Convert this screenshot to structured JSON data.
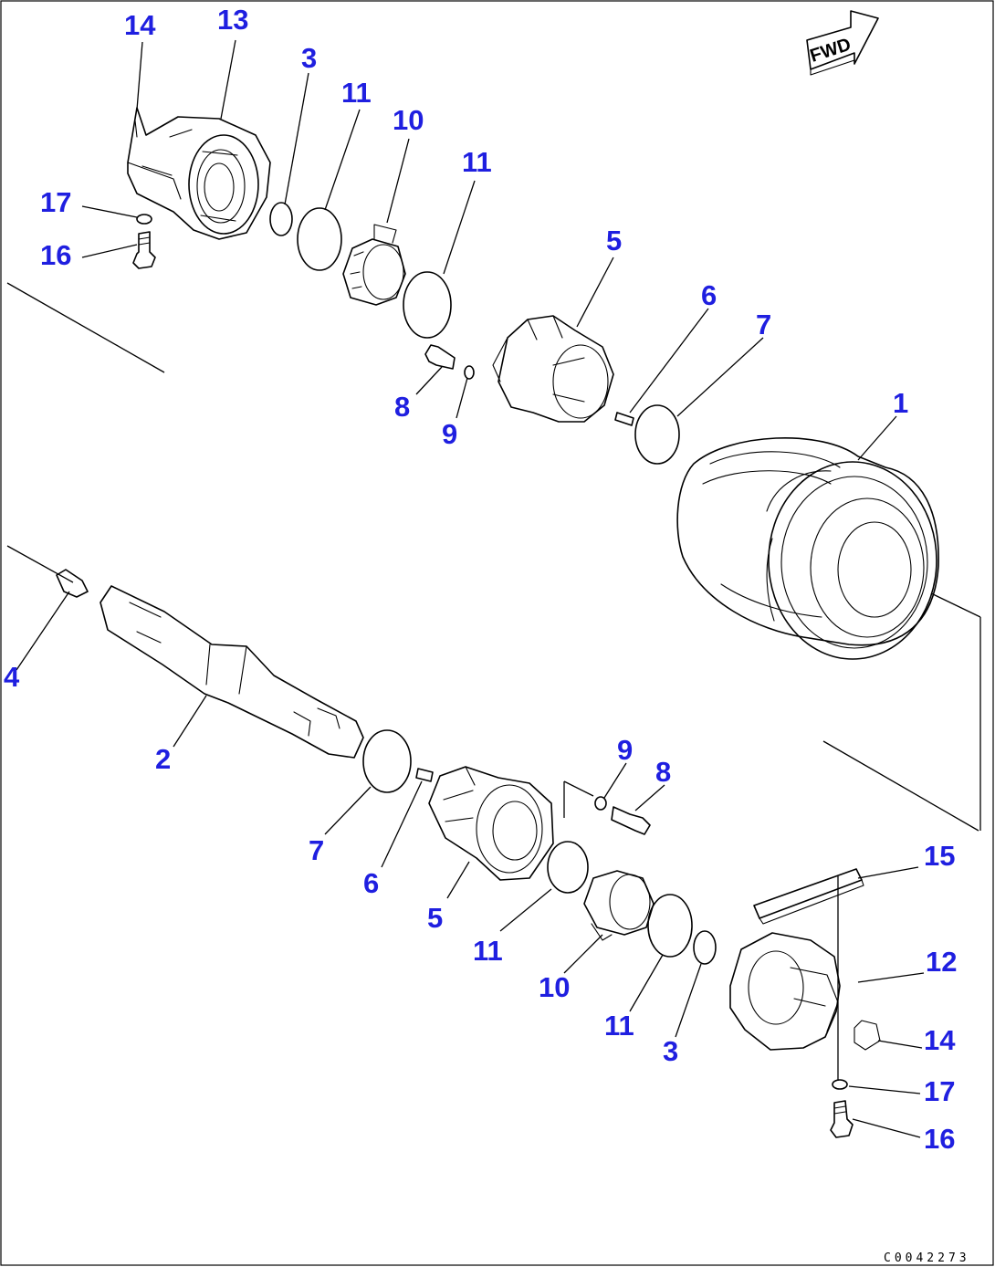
{
  "drawing_code": "C0042273",
  "direction_badge": {
    "text": "FWD",
    "icon": "direction-arrow-icon"
  },
  "callouts": {
    "c13_top": "13",
    "c14_top": "14",
    "c3_top": "3",
    "c11_top_a": "11",
    "c10_top": "10",
    "c11_top_b": "11",
    "c17_top": "17",
    "c16_top": "16",
    "c5_top": "5",
    "c6_top": "6",
    "c7_top": "7",
    "c8_top": "8",
    "c9_top": "9",
    "c1": "1",
    "c4": "4",
    "c2": "2",
    "c9_bot": "9",
    "c8_bot": "8",
    "c7_bot": "7",
    "c6_bot": "6",
    "c5_bot": "5",
    "c15": "15",
    "c11_bot_a": "11",
    "c10_bot": "10",
    "c12": "12",
    "c11_bot_b": "11",
    "c14_bot": "14",
    "c3_bot": "3",
    "c17_bot": "17",
    "c16_bot": "16"
  },
  "colors": {
    "callout": "#1f1fe0",
    "line": "#000000",
    "background": "#ffffff"
  }
}
